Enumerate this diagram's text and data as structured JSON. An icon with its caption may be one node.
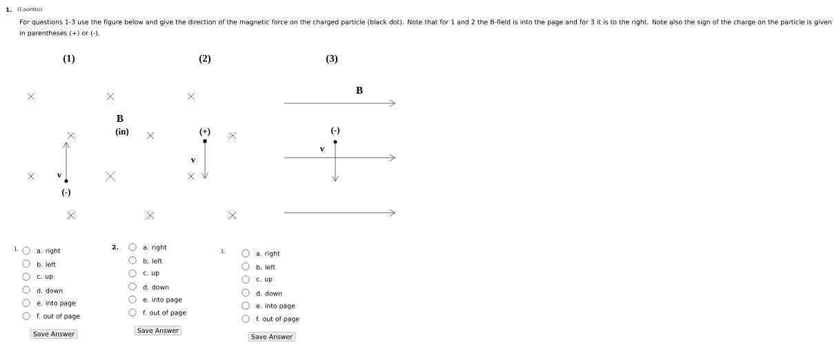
{
  "diagram": {
    "nodes": [
      {
        "text": [
          "Save Answer"
        ]
      },
      {
        "text": [
          "Save Answer"
        ]
      },
      {
        "text": [
          "Save Answer"
        ]
      }
    ],
    "labels": [
      "1.",
      "(1 point(s))",
      "For questions 1-3 use the figure below and give the direction of the magnetic force on the charged particle (black dot). Note that for 1 and 2 the B-field is into the page and for 3 it is to the right. Note also the sign of the charge on the particle is given in parentheses (+) or (-).",
      "(1)",
      "(2)",
      "(3)",
      "B",
      "B",
      "(in)",
      "(+)",
      "(-)",
      "v",
      "v",
      "v",
      "(-)",
      "1.",
      "a. right",
      "b. left",
      "c. up",
      "d. down",
      "e. into page",
      "f. out of page",
      "2.",
      "a. right",
      "b. left",
      "c. up",
      "d. down",
      "e. into page",
      "f. out of page",
      "3.",
      "a. right",
      "b. left",
      "c. up",
      "d. down",
      "e. into page",
      "f. out of page"
    ]
  }
}
